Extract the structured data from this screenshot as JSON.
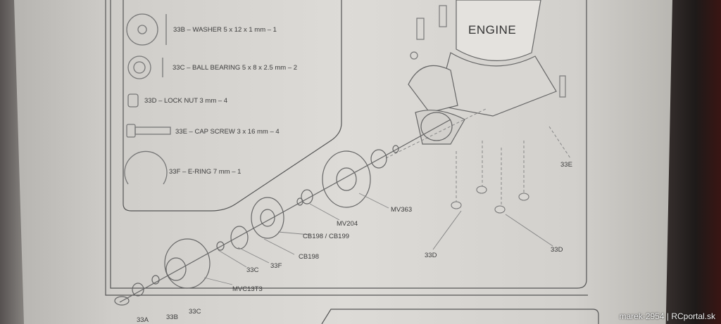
{
  "legend": [
    {
      "text": "33B – WASHER 5 x 12 x 1 mm – 1"
    },
    {
      "text": "33C – BALL BEARING 5 x 8 x 2.5 mm – 2"
    },
    {
      "text": "33D – LOCK NUT 3 mm – 4"
    },
    {
      "text": "33E – CAP SCREW 3 x 16 mm – 4"
    },
    {
      "text": "33F – E-RING 7 mm – 1"
    }
  ],
  "engine_label": "ENGINE",
  "parts": {
    "p33e": "33E",
    "mv363": "MV363",
    "mv204": "MV204",
    "cb198cb199": "CB198 / CB199",
    "cb198": "CB198",
    "p33f": "33F",
    "p33c_mid": "33C",
    "mvc13t3": "MVC13T3",
    "p33c_bottom": "33C",
    "p33b": "33B",
    "p33a": "33A",
    "p33d_left": "33D",
    "p33d_right": "33D"
  },
  "watermark": "marek-2954 | RCportal.sk"
}
